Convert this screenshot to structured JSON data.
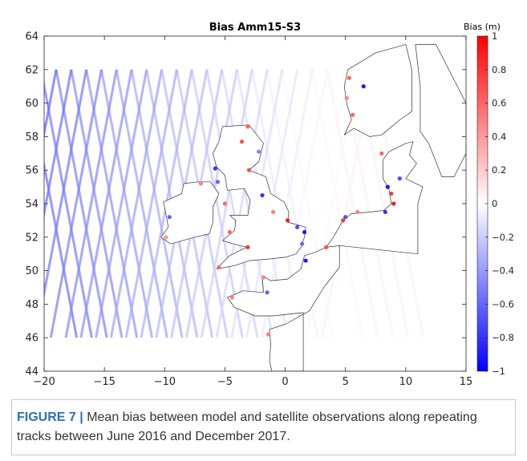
{
  "chart_data": {
    "type": "scatter",
    "title": "Bias Amm15-S3",
    "xlabel": "",
    "ylabel": "",
    "xlim": [
      -20,
      15
    ],
    "ylim": [
      44,
      64
    ],
    "xticks": [
      -20,
      -15,
      -10,
      -5,
      0,
      5,
      10,
      15
    ],
    "yticks": [
      44,
      46,
      48,
      50,
      52,
      54,
      56,
      58,
      60,
      62,
      64
    ],
    "track_region": {
      "lon": [
        -20,
        5
      ],
      "lat_max": 62
    },
    "colorbar": {
      "label": "Bias (m)",
      "range": [
        -1,
        1
      ],
      "ticks": [
        -1,
        -0.8,
        -0.6,
        -0.4,
        -0.2,
        0,
        0.2,
        0.4,
        0.6,
        0.8,
        1
      ],
      "colors": {
        "min": "#0000ff",
        "mid": "#ffffff",
        "max": "#ff0000"
      }
    },
    "colors": {
      "coastline": "#333333",
      "axis": "#262626"
    },
    "coastal_extremes": [
      {
        "lon": 6.5,
        "lat": 61.0,
        "bias": -0.9
      },
      {
        "lon": 5.3,
        "lat": 61.5,
        "bias": 0.6
      },
      {
        "lon": 5.1,
        "lat": 60.3,
        "bias": 0.5
      },
      {
        "lon": 5.6,
        "lat": 59.3,
        "bias": 0.6
      },
      {
        "lon": -3.6,
        "lat": 57.7,
        "bias": 0.7
      },
      {
        "lon": -3.1,
        "lat": 58.6,
        "bias": 0.6
      },
      {
        "lon": -5.8,
        "lat": 56.1,
        "bias": -0.8
      },
      {
        "lon": -3.0,
        "lat": 56.0,
        "bias": 0.7
      },
      {
        "lon": -5.0,
        "lat": 54.0,
        "bias": 0.6
      },
      {
        "lon": -1.0,
        "lat": 53.5,
        "bias": 0.5
      },
      {
        "lon": -1.9,
        "lat": 54.5,
        "bias": -0.8
      },
      {
        "lon": 0.2,
        "lat": 53.0,
        "bias": 0.9
      },
      {
        "lon": 1.0,
        "lat": 52.6,
        "bias": -0.7
      },
      {
        "lon": 1.6,
        "lat": 52.3,
        "bias": -0.9
      },
      {
        "lon": -3.1,
        "lat": 51.4,
        "bias": 0.8
      },
      {
        "lon": -4.6,
        "lat": 52.3,
        "bias": 0.6
      },
      {
        "lon": 1.4,
        "lat": 51.6,
        "bias": -0.6
      },
      {
        "lon": 1.7,
        "lat": 50.6,
        "bias": -0.9
      },
      {
        "lon": 3.4,
        "lat": 51.4,
        "bias": 0.7
      },
      {
        "lon": 4.8,
        "lat": 53.0,
        "bias": 0.8
      },
      {
        "lon": 5.0,
        "lat": 53.2,
        "bias": -0.7
      },
      {
        "lon": 6.0,
        "lat": 53.5,
        "bias": 0.5
      },
      {
        "lon": 8.5,
        "lat": 55.0,
        "bias": -0.9
      },
      {
        "lon": 8.8,
        "lat": 54.6,
        "bias": 0.8
      },
      {
        "lon": 9.0,
        "lat": 54.0,
        "bias": 0.9
      },
      {
        "lon": 8.3,
        "lat": 53.5,
        "bias": -0.8
      },
      {
        "lon": 8.0,
        "lat": 57.0,
        "bias": 0.6
      },
      {
        "lon": 9.5,
        "lat": 55.5,
        "bias": -0.7
      },
      {
        "lon": -5.5,
        "lat": 50.2,
        "bias": 0.6
      },
      {
        "lon": -1.8,
        "lat": 49.6,
        "bias": 0.5
      },
      {
        "lon": -1.5,
        "lat": 48.7,
        "bias": -0.6
      },
      {
        "lon": -4.4,
        "lat": 48.4,
        "bias": 0.5
      },
      {
        "lon": -1.4,
        "lat": 46.2,
        "bias": 0.5
      },
      {
        "lon": -9.6,
        "lat": 53.2,
        "bias": -0.6
      },
      {
        "lon": -9.9,
        "lat": 52.0,
        "bias": 0.4
      },
      {
        "lon": -7.0,
        "lat": 55.2,
        "bias": 0.5
      },
      {
        "lon": -5.6,
        "lat": 55.3,
        "bias": -0.6
      },
      {
        "lon": -2.2,
        "lat": 57.1,
        "bias": -0.5
      }
    ]
  },
  "caption": {
    "label": "FIGURE 7",
    "separator": "|",
    "text": "Mean bias between model and satellite observations along repeating tracks between June 2016 and December 2017."
  }
}
